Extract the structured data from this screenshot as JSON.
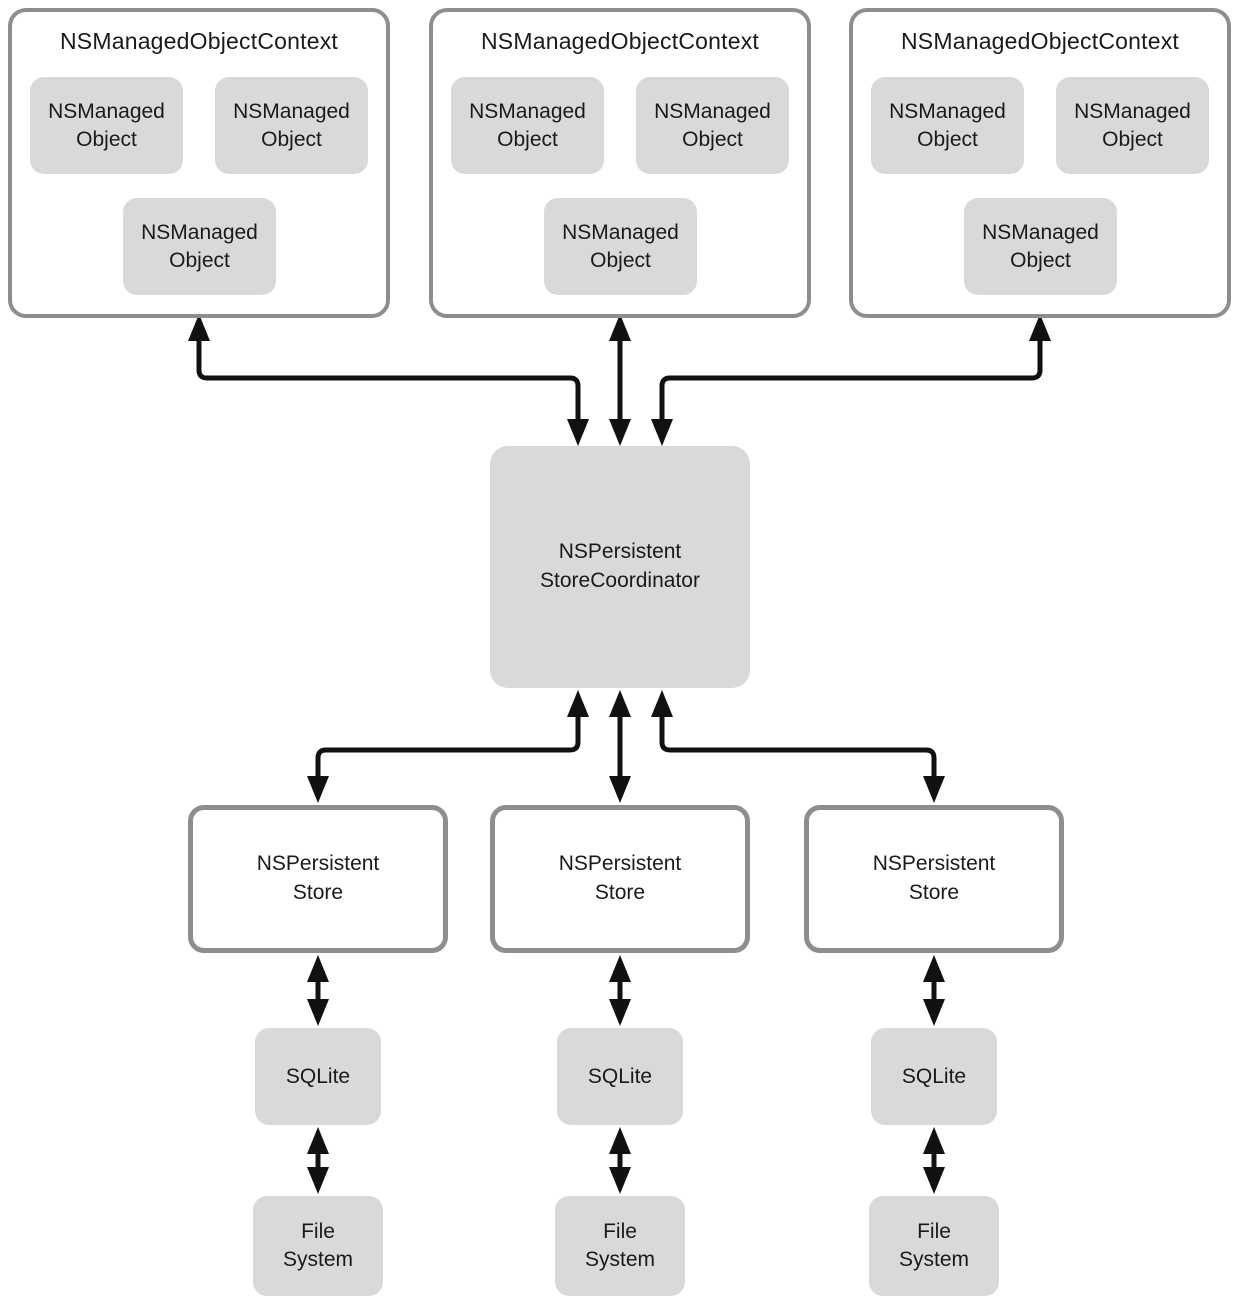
{
  "colors": {
    "background": "#ffffff",
    "box_border": "#8e8e8e",
    "box_fill": "#d9d9d9",
    "arrow": "#111111",
    "text": "#1a1a1a"
  },
  "diagram": {
    "contexts": [
      {
        "title": "NSManagedObjectContext",
        "objects": [
          {
            "lines": [
              "NSManaged",
              "Object"
            ]
          },
          {
            "lines": [
              "NSManaged",
              "Object"
            ]
          },
          {
            "lines": [
              "NSManaged",
              "Object"
            ]
          }
        ]
      },
      {
        "title": "NSManagedObjectContext",
        "objects": [
          {
            "lines": [
              "NSManaged",
              "Object"
            ]
          },
          {
            "lines": [
              "NSManaged",
              "Object"
            ]
          },
          {
            "lines": [
              "NSManaged",
              "Object"
            ]
          }
        ]
      },
      {
        "title": "NSManagedObjectContext",
        "objects": [
          {
            "lines": [
              "NSManaged",
              "Object"
            ]
          },
          {
            "lines": [
              "NSManaged",
              "Object"
            ]
          },
          {
            "lines": [
              "NSManaged",
              "Object"
            ]
          }
        ]
      }
    ],
    "coordinator": {
      "lines": [
        "NSPersistent",
        "StoreCoordinator"
      ]
    },
    "columns": [
      {
        "store_lines": [
          "NSPersistent",
          "Store"
        ],
        "database": "SQLite",
        "file_system_lines": [
          "File",
          "System"
        ]
      },
      {
        "store_lines": [
          "NSPersistent",
          "Store"
        ],
        "database": "SQLite",
        "file_system_lines": [
          "File",
          "System"
        ]
      },
      {
        "store_lines": [
          "NSPersistent",
          "Store"
        ],
        "database": "SQLite",
        "file_system_lines": [
          "File",
          "System"
        ]
      }
    ]
  }
}
